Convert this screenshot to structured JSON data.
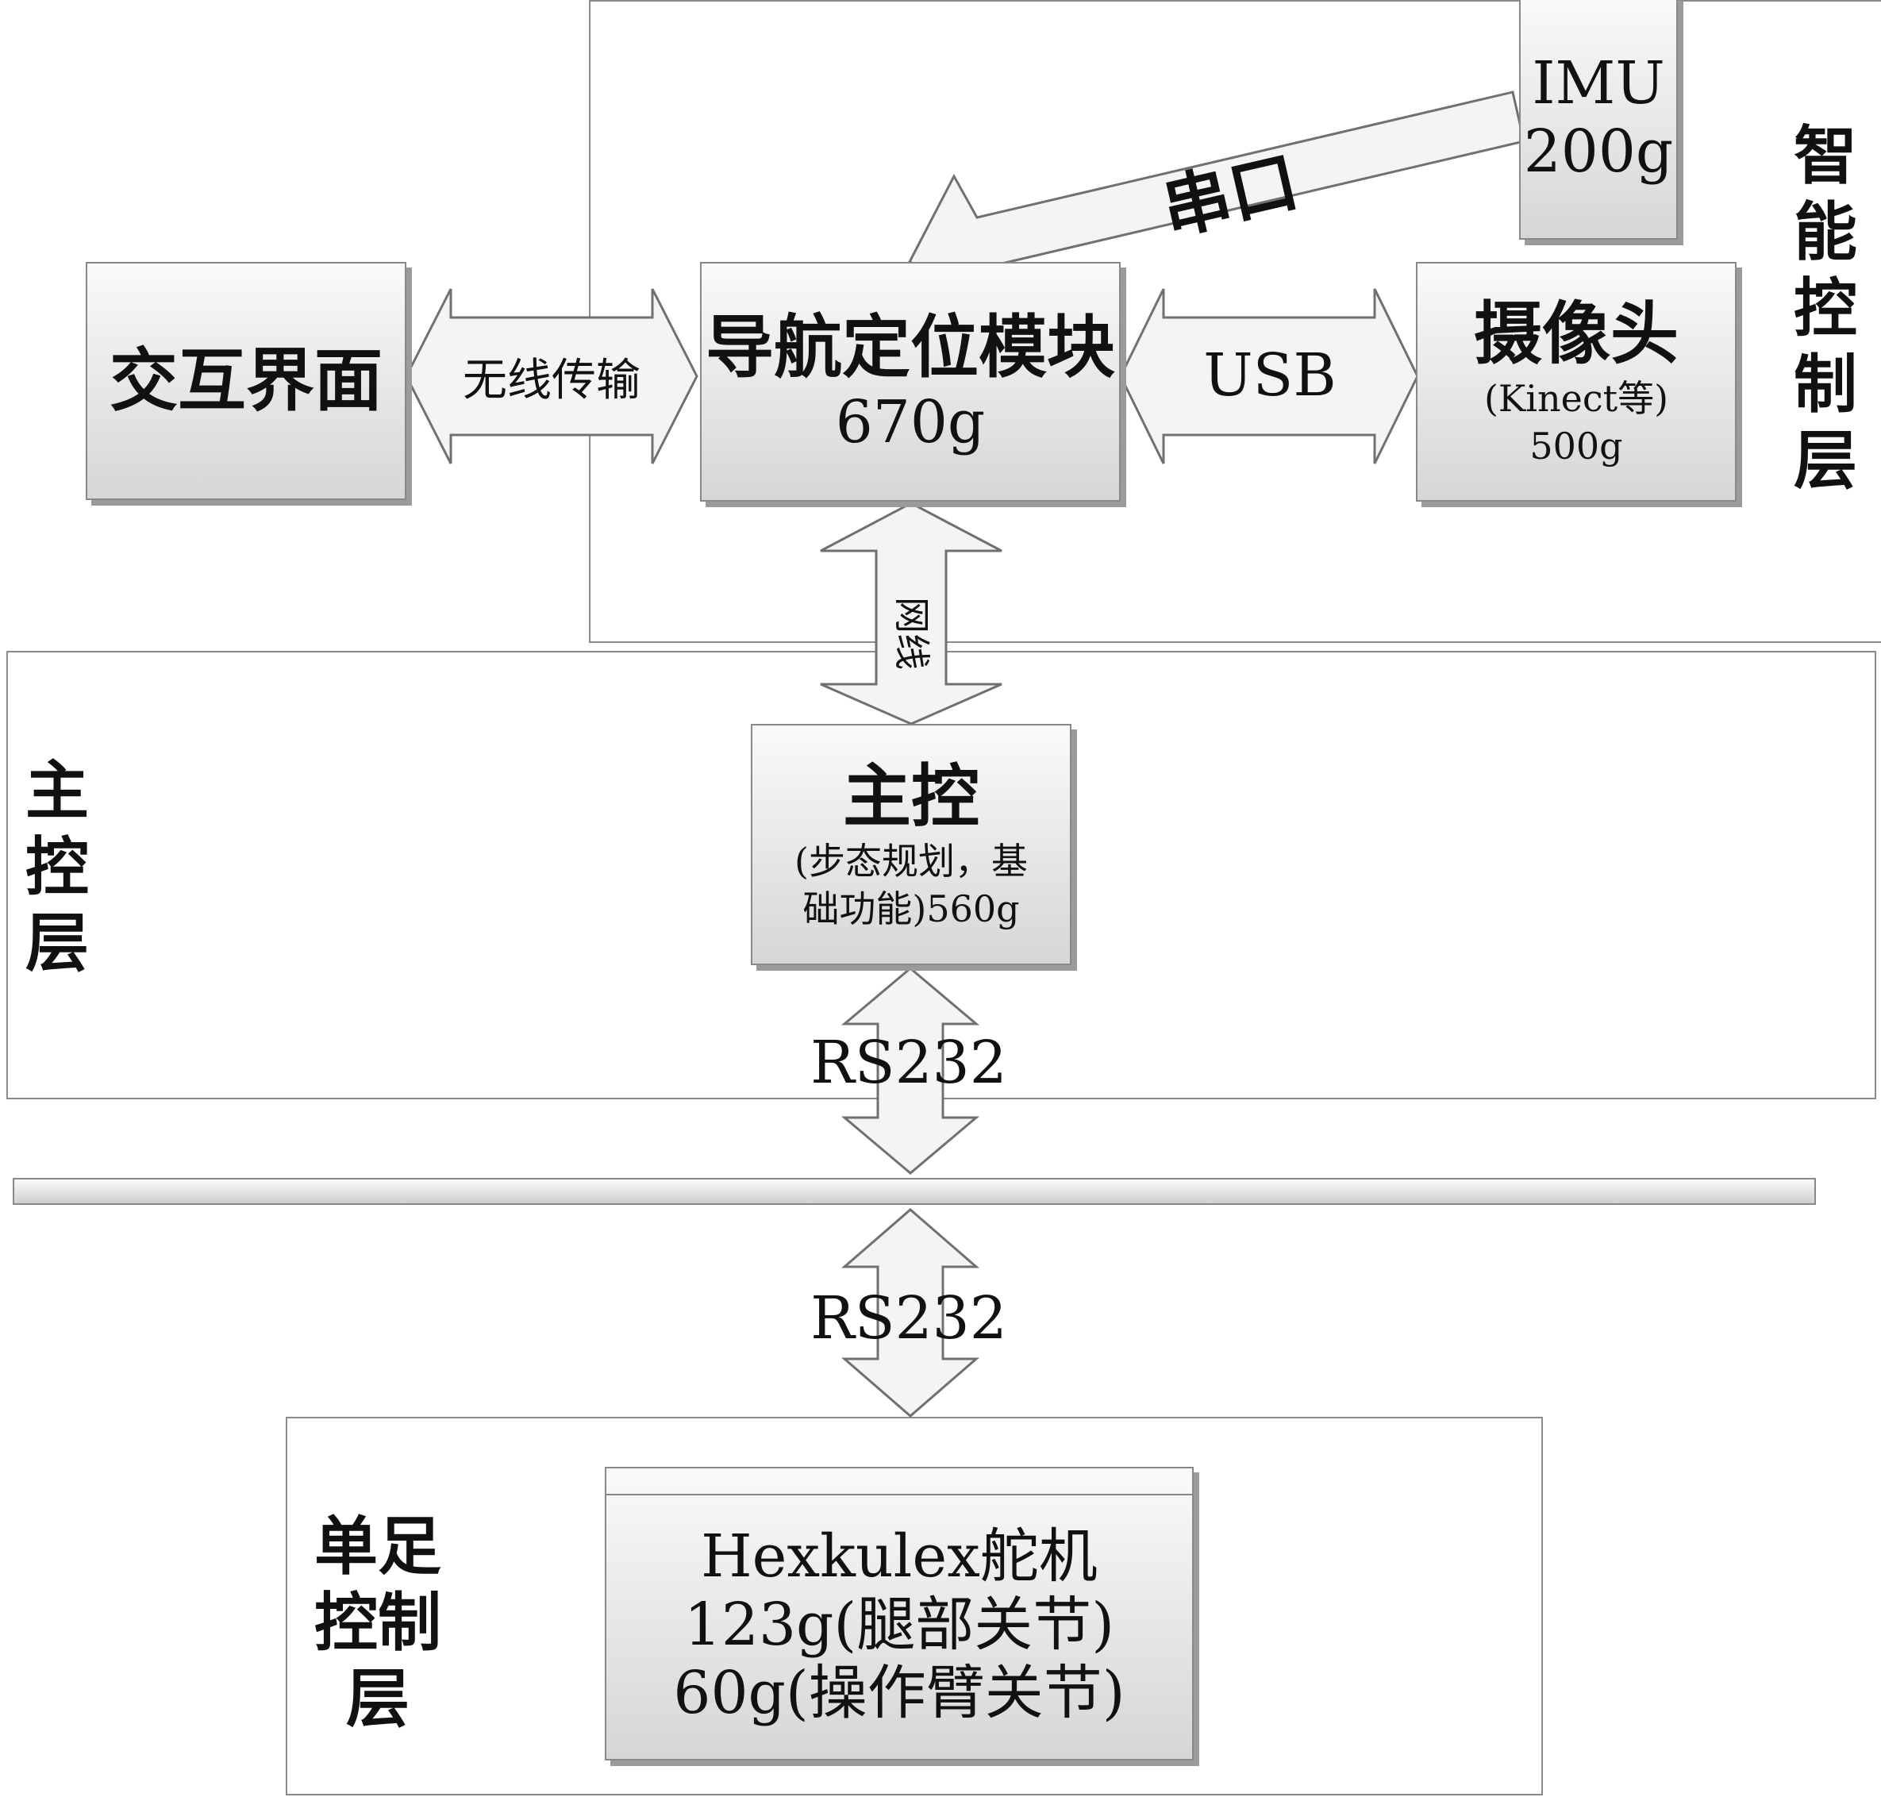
{
  "layers": {
    "intelligent": {
      "label": "智\n能\n控\n制\n层"
    },
    "main": {
      "label": "主\n控\n层"
    },
    "single_foot": {
      "label": "单足\n控制\n层"
    }
  },
  "modules": {
    "ui": {
      "title": "交互界面"
    },
    "nav": {
      "title": "导航定位模块",
      "weight": "670g"
    },
    "camera": {
      "title": "摄像头",
      "note": "(Kinect等)",
      "weight": "500g"
    },
    "imu": {
      "title": "IMU",
      "weight": "200g"
    },
    "main_ctrl": {
      "title": "主控",
      "note_line1": "(步态规划，基",
      "note_line2": "础功能)560g"
    },
    "servo": {
      "title": "Hexkulex舵机",
      "line2": "123g(腿部关节)",
      "line3": "60g(操作臂关节)"
    }
  },
  "connections": {
    "wireless": "无线传输",
    "usb": "USB",
    "serial": "串口",
    "ethernet": "网线",
    "rs232_upper": "RS232",
    "rs232_lower": "RS232"
  },
  "colors": {
    "box_border": "#888888",
    "box_shadow": "#9b9b9b",
    "arrow_fill": "#f4f4f4",
    "arrow_stroke": "#707070"
  }
}
